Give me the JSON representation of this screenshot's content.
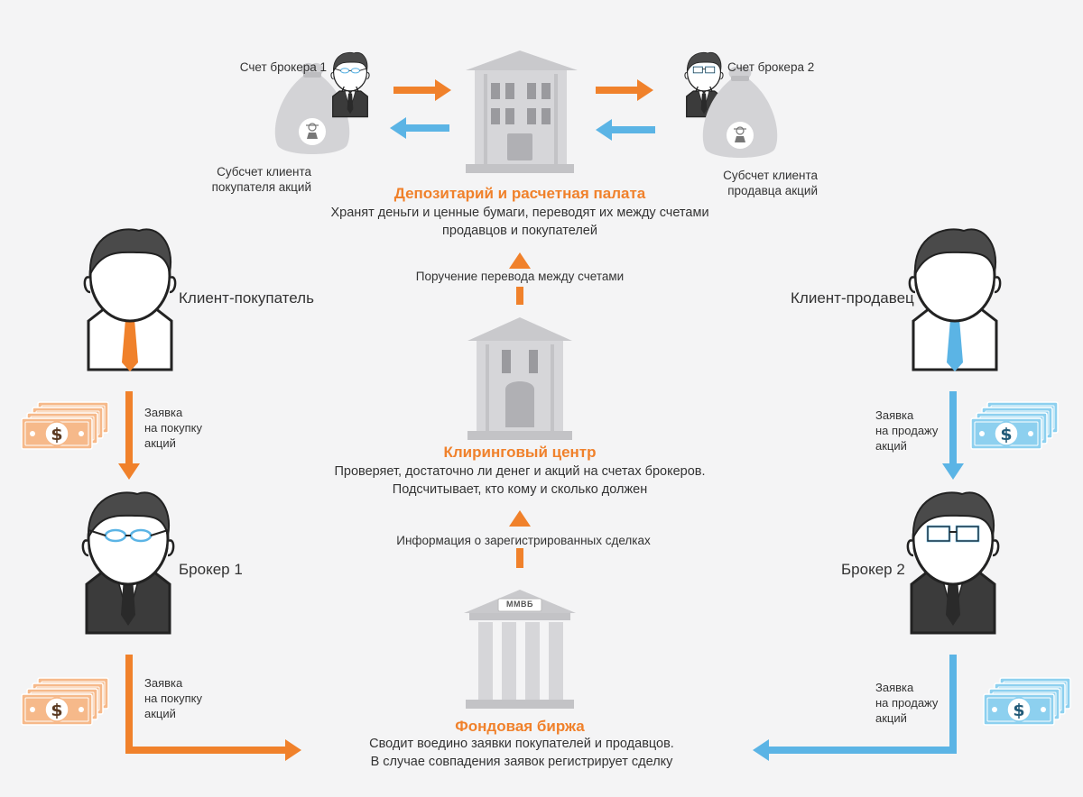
{
  "colors": {
    "orange": "#f0812b",
    "blue": "#5bb4e5",
    "building": "#d0d0d3",
    "dark_suit": "#3b3b3b"
  },
  "depositary": {
    "title": "Депозитарий и расчетная палата",
    "desc": [
      "Хранят деньги и ценные бумаги, переводят их между счетами",
      "продавцов и покупателей"
    ]
  },
  "broker1_account": {
    "label": "Счет брокера 1",
    "sub": [
      "Субсчет клиента",
      "покупателя акций"
    ]
  },
  "broker2_account": {
    "label": "Счет брокера 2",
    "sub": [
      "Субсчет клиента",
      "продавца акций"
    ]
  },
  "transfer_order": "Поручение перевода между счетами",
  "clearing": {
    "title": "Клиринговый центр",
    "desc": [
      "Проверяет, достаточно ли денег и акций на счетах брокеров.",
      "Подсчитывает, кто кому и сколько должен"
    ]
  },
  "deals_info": "Информация о зарегистрированных сделках",
  "exchange": {
    "badge": "ММВБ",
    "title": "Фондовая биржа",
    "desc": [
      "Сводит воедино заявки покупателей и продавцов.",
      "В случае совпадения заявок регистрирует сделку"
    ]
  },
  "actors": {
    "client_buyer": "Клиент-покупатель",
    "client_seller": "Клиент-продавец",
    "broker1": "Брокер 1",
    "broker2": "Брокер 2"
  },
  "orders": {
    "buy_top": [
      "Заявка",
      "на покупку",
      "акций"
    ],
    "sell_top": [
      "Заявка",
      "на продажу",
      "акций"
    ],
    "buy_bottom": [
      "Заявка",
      "на покупку",
      "акций"
    ],
    "sell_bottom": [
      "Заявка",
      "на продажу",
      "акций"
    ]
  },
  "icons": {
    "money": "dollar-sign",
    "bag": "money-bag-icon",
    "building": "building-icon",
    "person": "person-icon"
  }
}
